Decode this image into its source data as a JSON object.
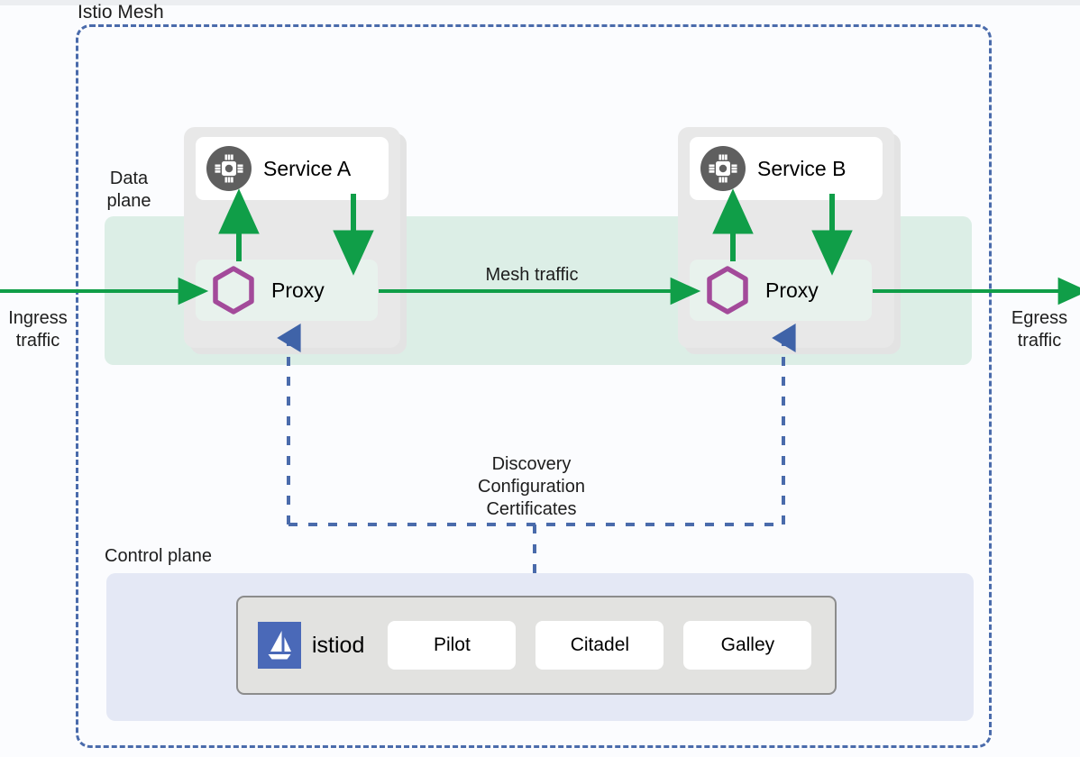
{
  "diagram": {
    "title": "Istio Mesh",
    "mesh_border_color": "#4a6bab",
    "traffic_color": "#109e48",
    "config_line_color": "#4a6bab"
  },
  "planes": {
    "data_plane_label": "Data\nplane",
    "control_plane_label": "Control plane",
    "data_plane_band_color": "#dceee6",
    "control_plane_panel_color": "#e4e8f5"
  },
  "services": [
    {
      "id": "service-a",
      "name": "Service A",
      "icon": "chip-icon",
      "proxy_label": "Proxy",
      "proxy_icon": "hexagon-icon"
    },
    {
      "id": "service-b",
      "name": "Service B",
      "icon": "chip-icon",
      "proxy_label": "Proxy",
      "proxy_icon": "hexagon-icon"
    }
  ],
  "flows": {
    "ingress": "Ingress\ntraffic",
    "egress": "Egress\ntraffic",
    "mesh": "Mesh traffic",
    "discovery": "Discovery\nConfiguration\nCertificates"
  },
  "control_plane": {
    "istiod_label": "istiod",
    "istiod_logo": "istio-sail-logo",
    "logo_color": "#4a69b8",
    "components": [
      {
        "label": "Pilot"
      },
      {
        "label": "Citadel"
      },
      {
        "label": "Galley"
      }
    ]
  }
}
